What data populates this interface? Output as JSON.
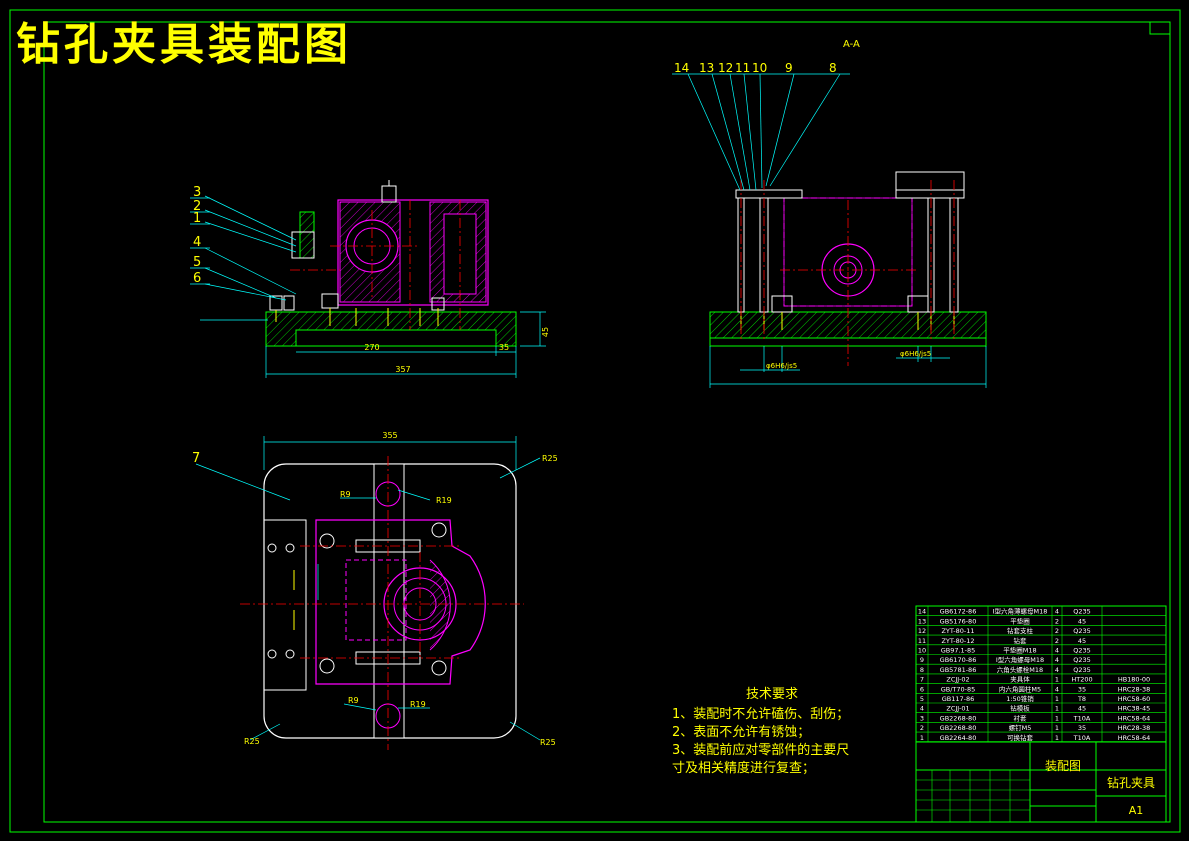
{
  "title": "钻孔夹具装配图",
  "section_label": "A-A",
  "balloons_left": [
    "3",
    "2",
    "1",
    "4",
    "5",
    "6"
  ],
  "balloons_right": [
    "14",
    "13",
    "12",
    "11",
    "10",
    "9",
    "8"
  ],
  "balloon_bottom": "7",
  "dimensions": {
    "d270": "270",
    "d357": "357",
    "d35": "35",
    "d45": "45",
    "d355": "355",
    "r25a": "R25",
    "r25b": "R25",
    "r25c": "R25",
    "r9a": "R9",
    "r19a": "R19",
    "r9b": "R9",
    "r19b": "R19",
    "fit1": "φ6H6/js5",
    "fit2": "φ6H6/js5"
  },
  "tech_requirements": {
    "heading": "技术要求",
    "items": [
      "1、装配时不允许磕伤、刮伤；",
      "2、表面不允许有锈蚀；",
      "3、装配前应对零部件的主要尺",
      "寸及相关精度进行复查；"
    ]
  },
  "bom": [
    {
      "no": "14",
      "code": "GB6172-86",
      "name": "I型六角薄螺母M18",
      "qty": "4",
      "mat": "Q235",
      "note": ""
    },
    {
      "no": "13",
      "code": "GB5176-80",
      "name": "平垫圈",
      "qty": "2",
      "mat": "45",
      "note": ""
    },
    {
      "no": "12",
      "code": "ZYT-80-11",
      "name": "钻套支柱",
      "qty": "2",
      "mat": "Q235",
      "note": ""
    },
    {
      "no": "11",
      "code": "ZYT-80-12",
      "name": "钻套",
      "qty": "2",
      "mat": "45",
      "note": ""
    },
    {
      "no": "10",
      "code": "GB97.1-85",
      "name": "平垫圈M18",
      "qty": "4",
      "mat": "Q235",
      "note": ""
    },
    {
      "no": "9",
      "code": "GB6170-86",
      "name": "I型六角螺母M18",
      "qty": "4",
      "mat": "Q235",
      "note": ""
    },
    {
      "no": "8",
      "code": "GB5781-86",
      "name": "六角头螺栓M18",
      "qty": "4",
      "mat": "Q235",
      "note": ""
    },
    {
      "no": "7",
      "code": "ZCJJ-02",
      "name": "夹具体",
      "qty": "1",
      "mat": "HT200",
      "note": "HB180-00"
    },
    {
      "no": "6",
      "code": "GB/T70-85",
      "name": "内六角圆柱M5",
      "qty": "4",
      "mat": "35",
      "note": "HRC28-38"
    },
    {
      "no": "5",
      "code": "GB117-86",
      "name": "1:50锥销",
      "qty": "1",
      "mat": "T8",
      "note": "HRC58-60"
    },
    {
      "no": "4",
      "code": "ZCJJ-01",
      "name": "钻模板",
      "qty": "1",
      "mat": "45",
      "note": "HRC38-45"
    },
    {
      "no": "3",
      "code": "GB2268-80",
      "name": "衬套",
      "qty": "1",
      "mat": "T10A",
      "note": "HRC58-64"
    },
    {
      "no": "2",
      "code": "GB2268-80",
      "name": "螺钉M5",
      "qty": "1",
      "mat": "35",
      "note": "HRC28-38"
    },
    {
      "no": "1",
      "code": "GB2264-80",
      "name": "可换钻套",
      "qty": "1",
      "mat": "T10A",
      "note": "HRC58-64"
    }
  ],
  "title_block": {
    "drawing_name": "装配图",
    "part_name": "钻孔夹具",
    "sheet": "A1"
  },
  "colors": {
    "border": "#00ff00",
    "part": "#ff00ff",
    "dimension": "#00ffff",
    "centerline": "#ff0000",
    "text": "#ffff00",
    "outline": "#ffffff"
  }
}
